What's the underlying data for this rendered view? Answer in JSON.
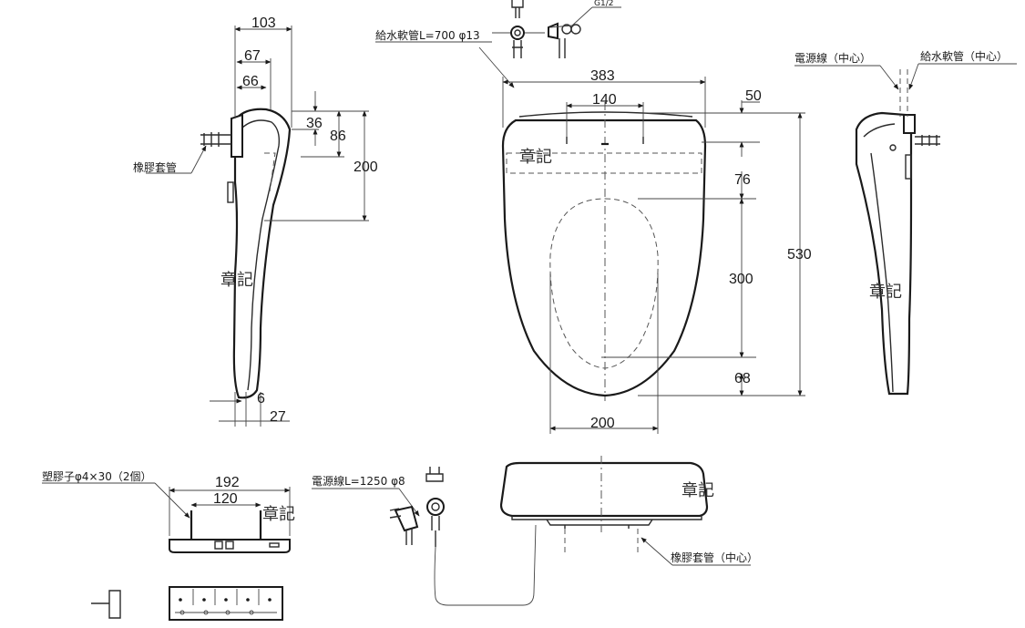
{
  "watermark": "章記",
  "side_view_left": {
    "dims": {
      "d103": "103",
      "d67": "67",
      "d66": "66",
      "d36": "36",
      "d86": "86",
      "d200": "200",
      "d6": "6",
      "d27": "27"
    },
    "label_hose": "橡膠套管"
  },
  "top_view": {
    "label_supply_hose": "給水軟管L=700 φ13",
    "label_thread": "G1/2",
    "dims": {
      "d383": "383",
      "d140": "140",
      "d50": "50",
      "d76": "76",
      "d300": "300",
      "d530": "530",
      "d68": "68",
      "d200": "200"
    }
  },
  "side_view_right": {
    "label_power_center": "電源線（中心）",
    "label_supply_center": "給水軟管（中心）"
  },
  "remote": {
    "label_screws": "塑膠子φ4×30（2個）",
    "dims": {
      "d192": "192",
      "d120": "120"
    }
  },
  "power_cord": {
    "label": "電源線L=1250 φ8"
  },
  "front_view": {
    "label_hose_center": "橡膠套管（中心）"
  }
}
